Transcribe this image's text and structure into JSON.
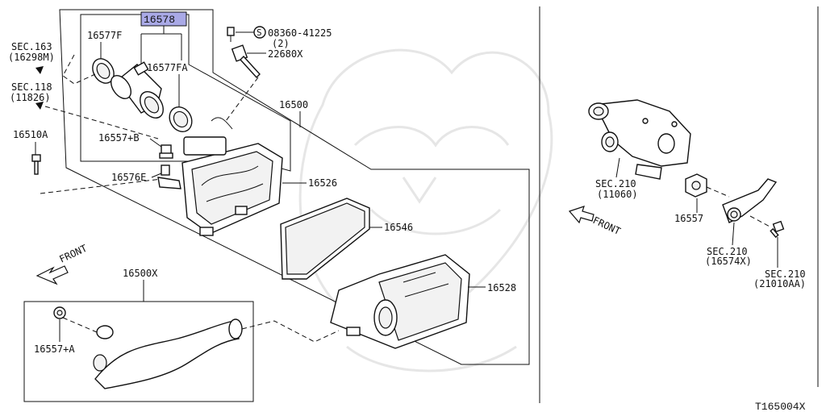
{
  "colors": {
    "ink": "#111111",
    "highlight": "#a9a9e6",
    "watermark": "#e6e6e6"
  },
  "labels": {
    "p16578": "16578",
    "p16577f": "16577F",
    "p16577fa": "16577FA",
    "p08360": "08360-41225",
    "p08360_qty": "(2)",
    "screw_symbol": "S",
    "p22680x": "22680X",
    "p16500": "16500",
    "sec163": "SEC.163",
    "sec163_sub": "(16298M)",
    "sec118": "SEC.118",
    "sec118_sub": "(11826)",
    "p16510a": "16510A",
    "p16557b": "16557+B",
    "p16576e": "16576E",
    "p16526": "16526",
    "p16546": "16546",
    "p16528": "16528",
    "front_left": "FRONT",
    "p16500x": "16500X",
    "p16557a": "16557+A",
    "sec210_11060": "SEC.210",
    "sec210_11060_sub": "(11060)",
    "p16557": "16557",
    "sec210_16574x": "SEC.210",
    "sec210_16574x_sub": "(16574X)",
    "sec210_21010aa": "SEC.210",
    "sec210_21010aa_sub": "(21010AA)",
    "front_right": "FRONT",
    "diagram_code": "T165004X"
  }
}
